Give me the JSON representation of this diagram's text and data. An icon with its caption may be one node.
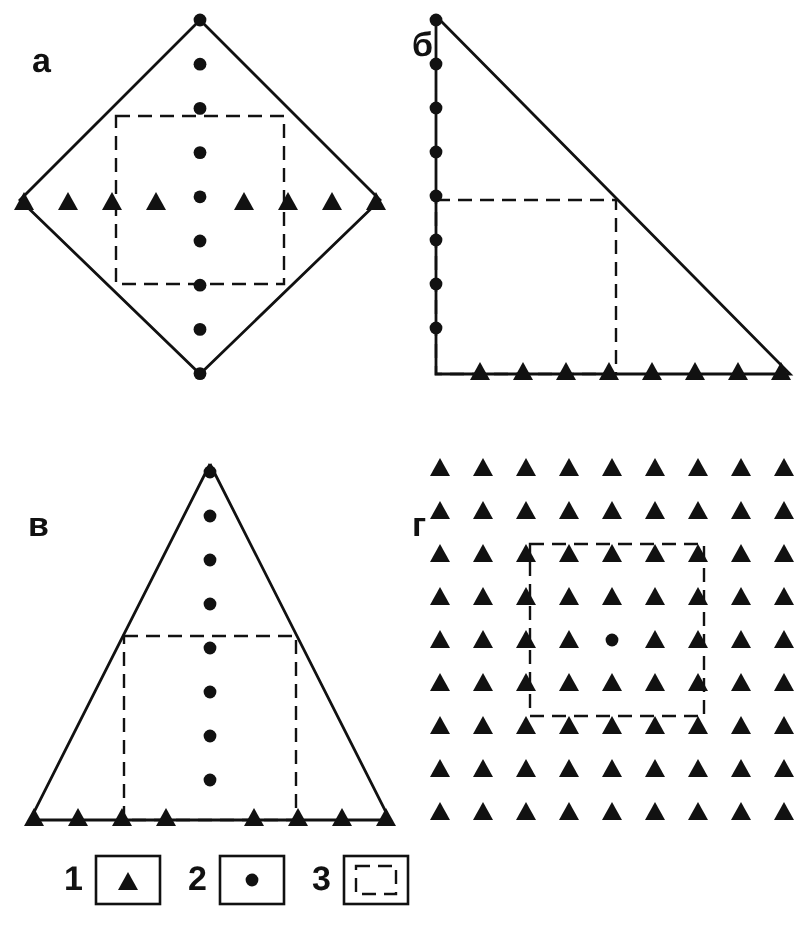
{
  "diagram": {
    "labels": [
      "а",
      "б",
      "в",
      "г"
    ],
    "legend": [
      {
        "text": "1"
      },
      {
        "text": "2"
      },
      {
        "text": "3"
      }
    ]
  }
}
